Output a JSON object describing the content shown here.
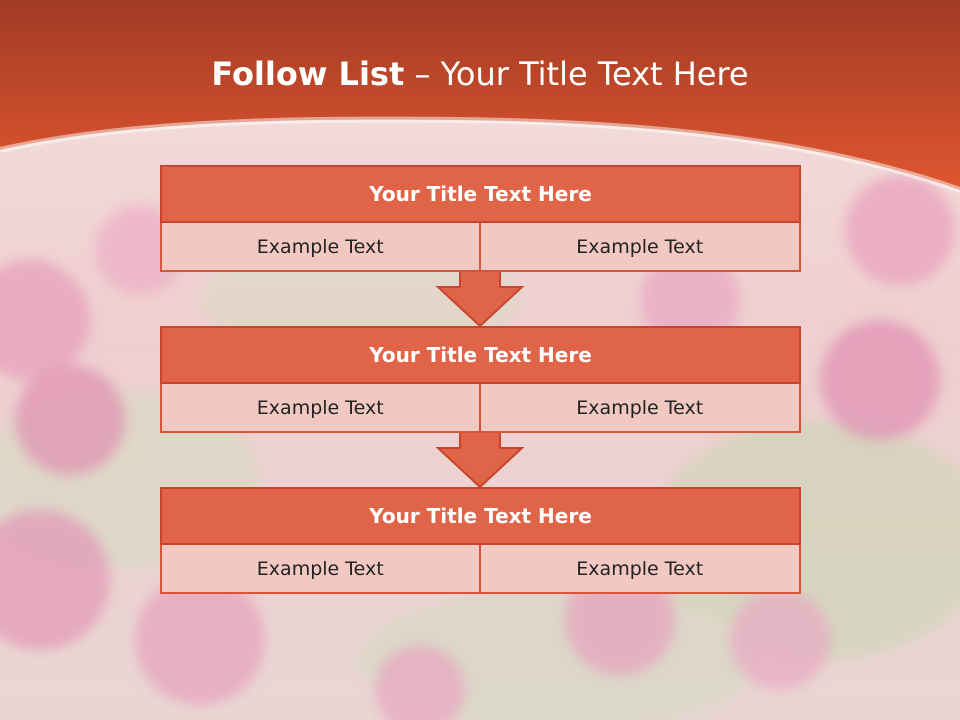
{
  "slide": {
    "title_bold": "Follow List",
    "title_rest": " – Your Title Text Here"
  },
  "steps": [
    {
      "title": "Your Title Text Here",
      "left": "Example Text",
      "right": "Example Text"
    },
    {
      "title": "Your Title Text Here",
      "left": "Example Text",
      "right": "Example Text"
    },
    {
      "title": "Your Title Text Here",
      "left": "Example Text",
      "right": "Example Text"
    }
  ],
  "colors": {
    "header": "#d9553a",
    "box_title": "#e06448",
    "box_cell": "#f1c8c2",
    "arrow": "#e06448"
  }
}
